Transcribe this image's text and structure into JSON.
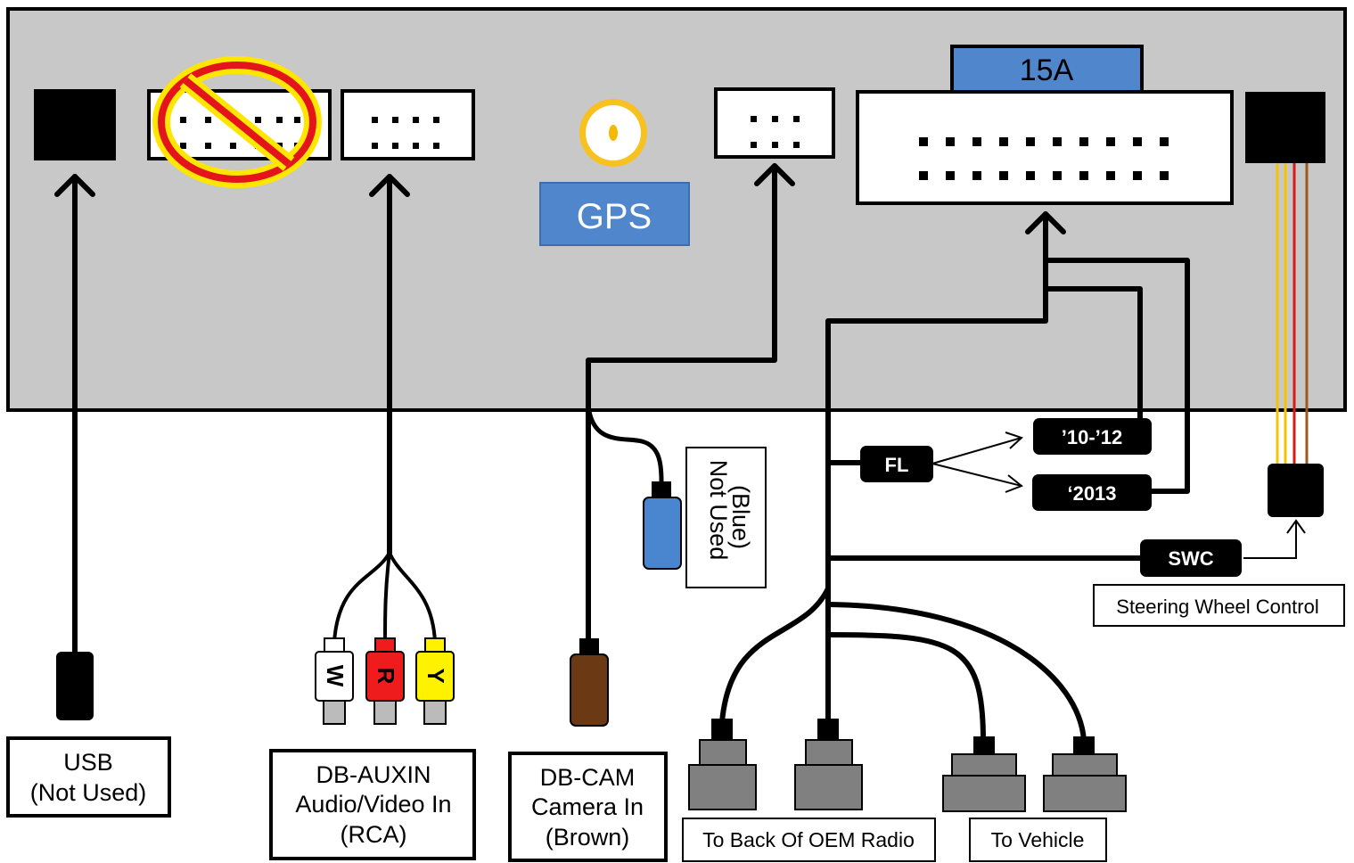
{
  "labels": {
    "fuse": "15A",
    "gps": "GPS",
    "usb_line1": "USB",
    "usb_line2": "(Not Used)",
    "auxin_line1": "DB-AUXIN",
    "auxin_line2": "Audio/Video In",
    "auxin_line3": "(RCA)",
    "cam_line1": "DB-CAM",
    "cam_line2": "Camera In",
    "cam_line3": "(Brown)",
    "blue_line1": "(Blue)",
    "blue_line2": "Not Used",
    "fl": "FL",
    "year_a": "’10-’12",
    "year_b": "‘2013",
    "swc": "SWC",
    "steering": "Steering Wheel Control",
    "oem": "To Back Of OEM Radio",
    "vehicle": "To Vehicle",
    "rca_w": "W",
    "rca_r": "R",
    "rca_y": "Y"
  },
  "colors": {
    "panel": "#c8c8c8",
    "gps_box": "#4f86cc",
    "gps_ring": "#f7c21f",
    "no_symbol": "#e3141b",
    "no_symbol_fill": "#ffe600",
    "rca_red": "#ee1c1c",
    "rca_yellow": "#fff200",
    "cam_plug": "#6b3a14",
    "blue_plug": "#4a86cf",
    "wire_yellow": "#f5c400",
    "wire_red": "#d91a1a",
    "wire_brown": "#9a5a1e"
  }
}
